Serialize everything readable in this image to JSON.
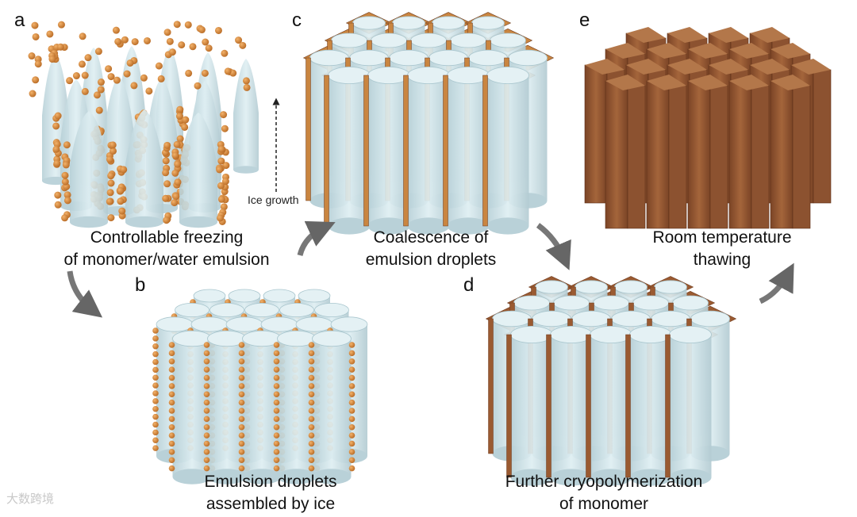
{
  "panels": {
    "a": {
      "letter": "a",
      "caption_line1": "Controllable freezing",
      "caption_line2": "of monomer/water emulsion",
      "annotation": "Ice growth"
    },
    "b": {
      "letter": "b",
      "caption_line1": "Emulsion droplets",
      "caption_line2": "assembled by ice"
    },
    "c": {
      "letter": "c",
      "caption_line1": "Coalescence of",
      "caption_line2": "emulsion droplets"
    },
    "d": {
      "letter": "d",
      "caption_line1": "Further cryopolymerization",
      "caption_line2": "of monomer"
    },
    "e": {
      "letter": "e",
      "caption_line1": "Room temperature",
      "caption_line2": "thawing"
    }
  },
  "watermark": "大数跨境",
  "colors": {
    "ice": "#c8dde3",
    "ice_edge": "#9fbec8",
    "droplet": "#d98a3c",
    "polymer_light": "#c98540",
    "polymer_dark": "#8b4f2a",
    "arrow": "#666666"
  }
}
